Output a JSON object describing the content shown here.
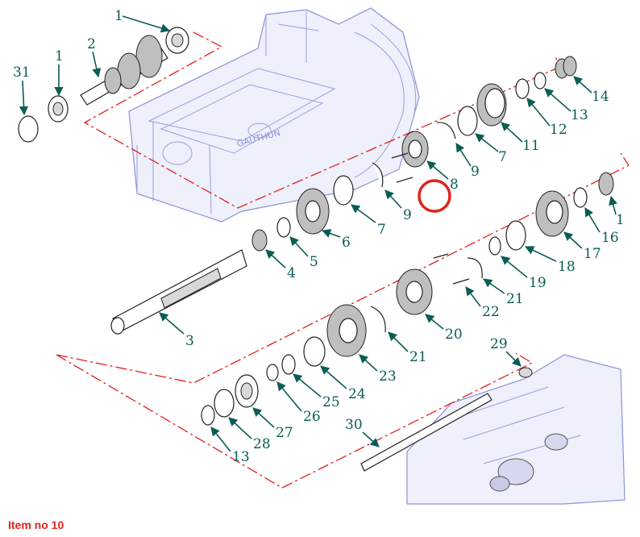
{
  "caption": "Item no 10",
  "highlight": {
    "callout": "10",
    "color": "#e0241b"
  },
  "colors": {
    "callout_text": "#0b5c55",
    "leader_lines": "#e02020",
    "housing": "#8a92d8"
  },
  "callouts": {
    "c1a": "1",
    "c2": "2",
    "c31": "31",
    "c1b": "1",
    "c14": "14",
    "c13a": "13",
    "c12": "12",
    "c11": "11",
    "c7a": "7",
    "c9a": "9",
    "c8": "8",
    "c9b": "9",
    "c7b": "7",
    "c6": "6",
    "c5": "5",
    "c4": "4",
    "c3": "3",
    "c1c": "1",
    "c16": "16",
    "c17": "17",
    "c18": "18",
    "c19": "19",
    "c21a": "21",
    "c22": "22",
    "c20": "20",
    "c21b": "21",
    "c23": "23",
    "c24": "24",
    "c25": "25",
    "c26": "26",
    "c27": "27",
    "c28": "28",
    "c13b": "13",
    "c30": "30",
    "c29": "29"
  }
}
